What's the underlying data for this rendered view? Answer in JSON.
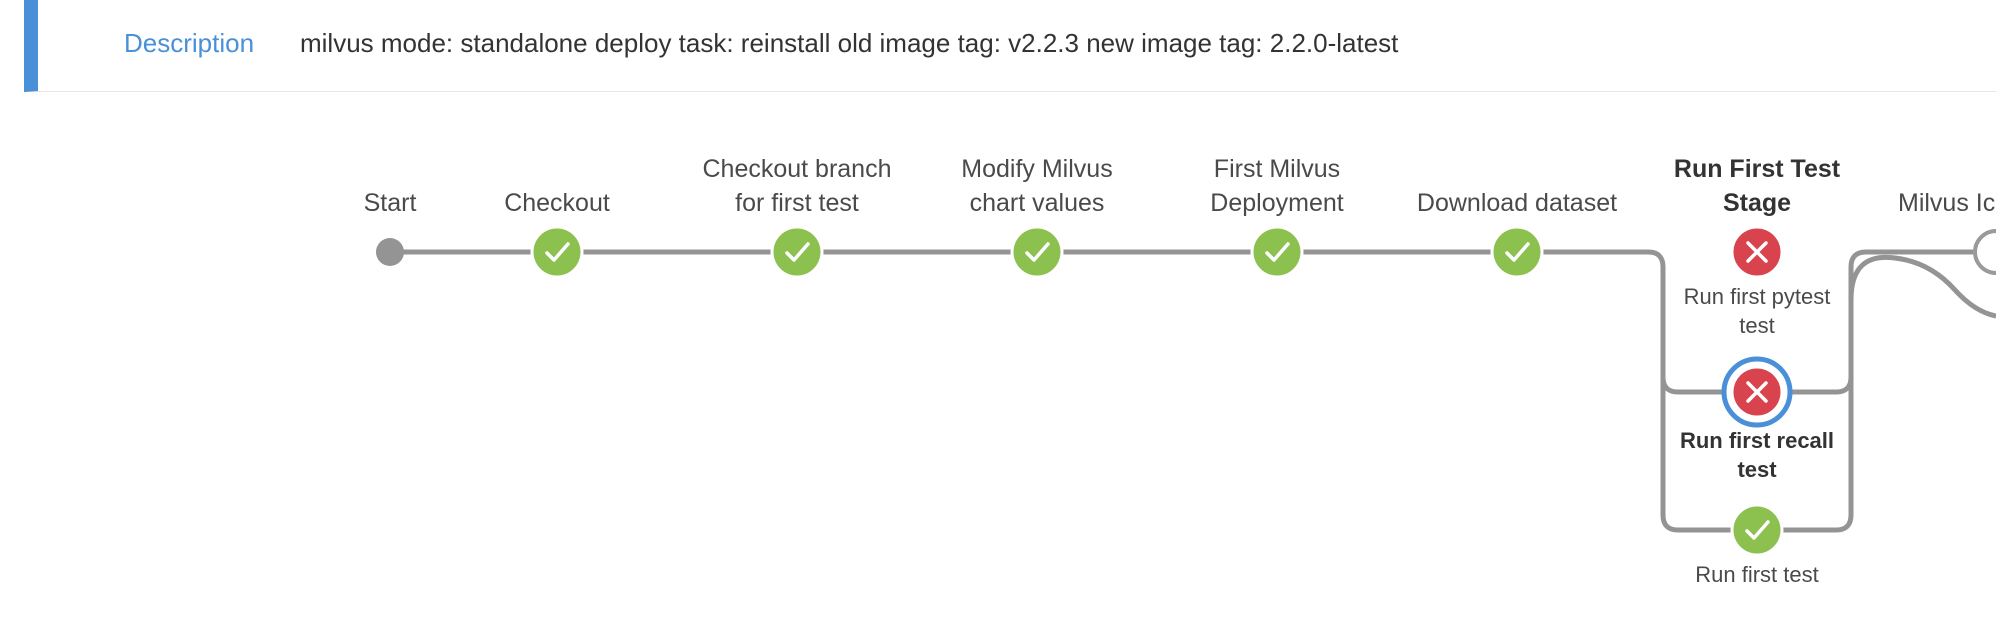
{
  "description": {
    "label": "Description",
    "text": "milvus mode: standalone deploy task: reinstall old image tag: v2.2.3 new image tag: 2.2.0-latest"
  },
  "colors": {
    "accent": "#4a90d9",
    "success": "#8cc04f",
    "failure": "#d9434e",
    "connector": "#949494",
    "start": "#949494"
  },
  "stages": [
    {
      "lines": [
        "Start"
      ],
      "status": "start"
    },
    {
      "lines": [
        "Checkout"
      ],
      "status": "success"
    },
    {
      "lines": [
        "Checkout branch",
        "for first test"
      ],
      "status": "success"
    },
    {
      "lines": [
        "Modify Milvus",
        "chart values"
      ],
      "status": "success"
    },
    {
      "lines": [
        "First Milvus",
        "Deployment"
      ],
      "status": "success"
    },
    {
      "lines": [
        "Download dataset"
      ],
      "status": "success"
    },
    {
      "lines": [
        "Run First Test",
        "Stage"
      ],
      "status": "failure",
      "bold": true
    },
    {
      "lines": [
        "Milvus Ic"
      ],
      "status": "pending"
    }
  ],
  "parallel": [
    {
      "lines": [
        "Run first pytest",
        "test"
      ],
      "status": "failure"
    },
    {
      "lines": [
        "Run first recall",
        "test"
      ],
      "status": "failure",
      "selected": true,
      "bold": true
    },
    {
      "lines": [
        "Run first test"
      ],
      "status": "success"
    }
  ]
}
